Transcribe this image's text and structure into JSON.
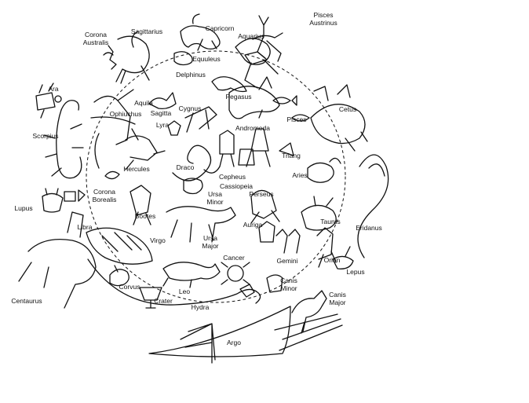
{
  "style": {
    "ink": "#111111",
    "paper": "#ffffff"
  },
  "constellations": [
    {
      "id": "pisces-austrinus",
      "lines": [
        "Pisces",
        "Austrinus"
      ]
    },
    {
      "id": "capricorn",
      "lines": [
        "Capricorn"
      ]
    },
    {
      "id": "aquarius",
      "lines": [
        "Aquarius"
      ]
    },
    {
      "id": "sagittarius",
      "lines": [
        "Sagittarius"
      ]
    },
    {
      "id": "corona-australis",
      "lines": [
        "Corona",
        "Australis"
      ]
    },
    {
      "id": "equuleus",
      "lines": [
        "Equuleus"
      ]
    },
    {
      "id": "delphinus",
      "lines": [
        "Delphinus"
      ]
    },
    {
      "id": "ara",
      "lines": [
        "Ara"
      ]
    },
    {
      "id": "aquila",
      "lines": [
        "Aquila"
      ]
    },
    {
      "id": "sagitta",
      "lines": [
        "Sagitta"
      ]
    },
    {
      "id": "pegasus",
      "lines": [
        "Pegasus"
      ]
    },
    {
      "id": "cygnus",
      "lines": [
        "Cygnus"
      ]
    },
    {
      "id": "cetus",
      "lines": [
        "Cetus"
      ]
    },
    {
      "id": "ophiuchus",
      "lines": [
        "Ophiuchus"
      ]
    },
    {
      "id": "lyra",
      "lines": [
        "Lyra"
      ]
    },
    {
      "id": "andromeda",
      "lines": [
        "Andromeda"
      ]
    },
    {
      "id": "pisces",
      "lines": [
        "Pisces"
      ]
    },
    {
      "id": "scorpius",
      "lines": [
        "Scorpius"
      ]
    },
    {
      "id": "triang",
      "lines": [
        "Triang"
      ]
    },
    {
      "id": "hercules",
      "lines": [
        "Hercules"
      ]
    },
    {
      "id": "draco",
      "lines": [
        "Draco"
      ]
    },
    {
      "id": "aries",
      "lines": [
        "Aries"
      ]
    },
    {
      "id": "cepheus",
      "lines": [
        "Cepheus"
      ]
    },
    {
      "id": "cassiopeia",
      "lines": [
        "Cassiopeia"
      ]
    },
    {
      "id": "corona-borealis",
      "lines": [
        "Corona",
        "Borealis"
      ]
    },
    {
      "id": "ursa-minor",
      "lines": [
        "Ursa",
        "Minor"
      ]
    },
    {
      "id": "perseus",
      "lines": [
        "Perseus"
      ]
    },
    {
      "id": "lupus",
      "lines": [
        "Lupus"
      ]
    },
    {
      "id": "libra",
      "lines": [
        "Libra"
      ]
    },
    {
      "id": "bootes",
      "lines": [
        "Bootes"
      ]
    },
    {
      "id": "eridanus",
      "lines": [
        "Eridanus"
      ]
    },
    {
      "id": "taurus",
      "lines": [
        "Taurus"
      ]
    },
    {
      "id": "auriga",
      "lines": [
        "Auriga"
      ]
    },
    {
      "id": "virgo",
      "lines": [
        "Virgo"
      ]
    },
    {
      "id": "ursa-major",
      "lines": [
        "Ursa",
        "Major"
      ]
    },
    {
      "id": "cancer",
      "lines": [
        "Cancer"
      ]
    },
    {
      "id": "gemini",
      "lines": [
        "Gemini"
      ]
    },
    {
      "id": "orion",
      "lines": [
        "Orion"
      ]
    },
    {
      "id": "lepus",
      "lines": [
        "Lepus"
      ]
    },
    {
      "id": "centaurus",
      "lines": [
        "Centaurus"
      ]
    },
    {
      "id": "corvus",
      "lines": [
        "Corvus"
      ]
    },
    {
      "id": "leo",
      "lines": [
        "Leo"
      ]
    },
    {
      "id": "canis-minor",
      "lines": [
        "Canis",
        "Minor"
      ]
    },
    {
      "id": "canis-major",
      "lines": [
        "Canis",
        "Major"
      ]
    },
    {
      "id": "crater",
      "lines": [
        "Crater"
      ]
    },
    {
      "id": "hydra",
      "lines": [
        "Hydra"
      ]
    },
    {
      "id": "argo",
      "lines": [
        "Argo"
      ]
    }
  ]
}
